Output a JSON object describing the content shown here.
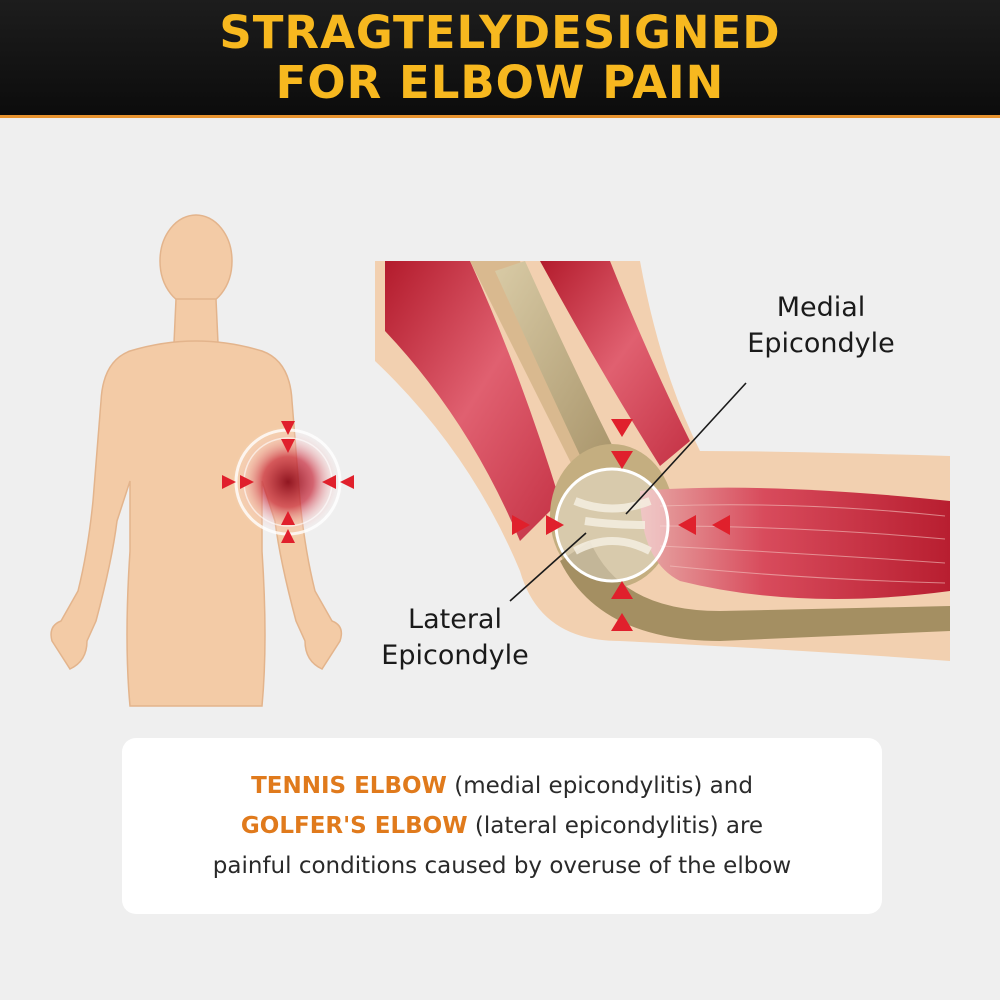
{
  "header": {
    "line1": "STRAGTELYDESIGNED",
    "line2": "FOR ELBOW PAIN",
    "text_color": "#f7b81f",
    "background_color": "#111111"
  },
  "labels": {
    "medial_line1": "Medial",
    "medial_line2": "Epicondyle",
    "lateral_line1": "Lateral",
    "lateral_line2": "Epicondyle"
  },
  "caption": {
    "tennis_term": "TENNIS ELBOW",
    "tennis_rest": " (medial epicondylitis) and",
    "golfer_term": "GOLFER'S ELBOW",
    "golfer_rest": " (lateral epicondylitis) are",
    "line3": "painful conditions caused by overuse of the elbow",
    "highlight_color": "#e07a1c"
  },
  "icons": {
    "pain_arrows": "red-arrow-icon",
    "pain_ring": "pain-highlight-ring"
  }
}
